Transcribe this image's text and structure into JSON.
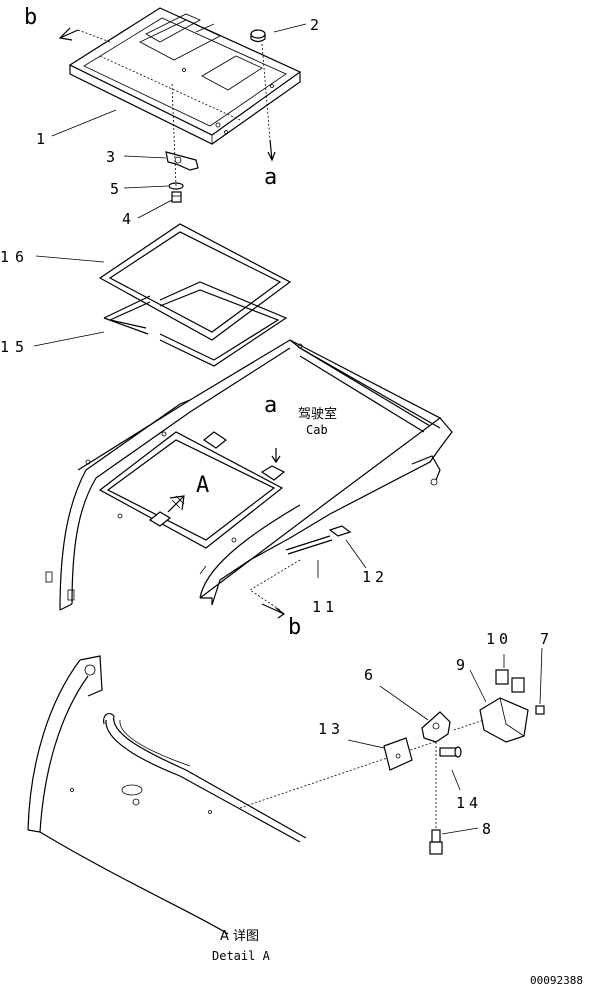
{
  "callouts": {
    "n1": "1",
    "n2": "2",
    "n3": "3",
    "n4": "4",
    "n5": "5",
    "n6": "6",
    "n7": "7",
    "n8": "8",
    "n9": "9",
    "n10": "10",
    "n11": "11",
    "n12": "12",
    "n13": "13",
    "n14": "14",
    "n15": "15",
    "n16": "16"
  },
  "refs": {
    "a_top": "a",
    "a_cab": "a",
    "b_top": "b",
    "b_bottom": "b",
    "view_A": "A"
  },
  "cab_label": {
    "cn": "驾驶室",
    "en": "Cab"
  },
  "detail_label": {
    "cn": "A 详图",
    "en": "Detail A"
  },
  "drawing_code": "00092388"
}
